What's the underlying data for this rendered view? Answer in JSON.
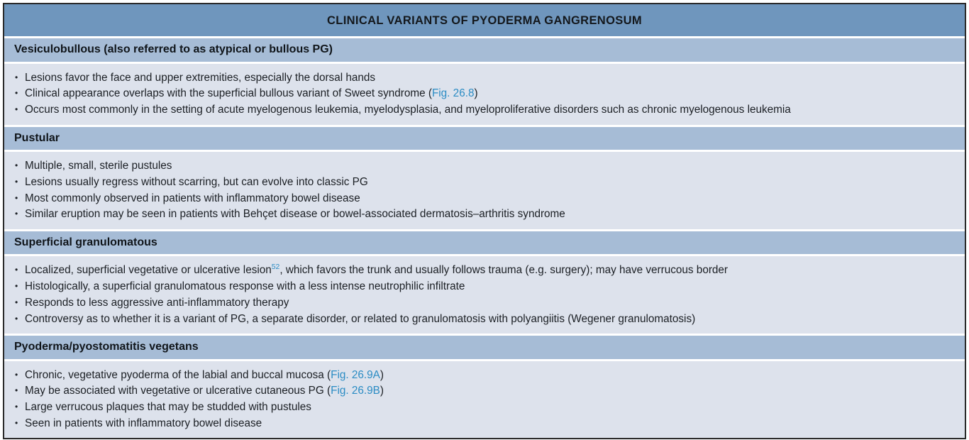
{
  "table": {
    "title": "CLINICAL VARIANTS OF PYODERMA GANGRENOSUM",
    "colors": {
      "title_bar": "#6f96bd",
      "section_header": "#a6bcd6",
      "body_background": "#dde2ec",
      "border": "#2a2a2a",
      "link_blue": "#2b8cc4",
      "text": "#1b1f24"
    },
    "sections": [
      {
        "heading": "Vesiculobullous (also referred to as atypical or bullous PG)",
        "bullets": [
          {
            "parts": [
              {
                "type": "text",
                "value": "Lesions favor the face and upper extremities, especially the dorsal hands"
              }
            ]
          },
          {
            "parts": [
              {
                "type": "text",
                "value": "Clinical appearance overlaps with the superficial bullous variant of Sweet syndrome ("
              },
              {
                "type": "figref",
                "value": "Fig. 26.8"
              },
              {
                "type": "text",
                "value": ")"
              }
            ]
          },
          {
            "parts": [
              {
                "type": "text",
                "value": "Occurs most commonly in the setting of acute myelogenous leukemia, myelodysplasia, and myeloproliferative disorders such as chronic myelogenous leukemia"
              }
            ]
          }
        ]
      },
      {
        "heading": "Pustular",
        "bullets": [
          {
            "parts": [
              {
                "type": "text",
                "value": "Multiple, small, sterile pustules"
              }
            ]
          },
          {
            "parts": [
              {
                "type": "text",
                "value": "Lesions usually regress without scarring, but can evolve into classic PG"
              }
            ]
          },
          {
            "parts": [
              {
                "type": "text",
                "value": "Most commonly observed in patients with inflammatory bowel disease"
              }
            ]
          },
          {
            "parts": [
              {
                "type": "text",
                "value": "Similar eruption may be seen in patients with Behçet disease or bowel-associated dermatosis–arthritis syndrome"
              }
            ]
          }
        ]
      },
      {
        "heading": "Superficial granulomatous",
        "bullets": [
          {
            "parts": [
              {
                "type": "text",
                "value": "Localized, superficial vegetative or ulcerative lesion"
              },
              {
                "type": "cite",
                "value": "52"
              },
              {
                "type": "text",
                "value": ", which favors the trunk and usually follows trauma (e.g. surgery); may have verrucous border"
              }
            ]
          },
          {
            "parts": [
              {
                "type": "text",
                "value": "Histologically, a superficial granulomatous response with a less intense neutrophilic infiltrate"
              }
            ]
          },
          {
            "parts": [
              {
                "type": "text",
                "value": "Responds to less aggressive anti-inflammatory therapy"
              }
            ]
          },
          {
            "parts": [
              {
                "type": "text",
                "value": "Controversy as to whether it is a variant of PG, a separate disorder, or related to granulomatosis with polyangiitis (Wegener granulomatosis)"
              }
            ]
          }
        ]
      },
      {
        "heading": "Pyoderma/pyostomatitis vegetans",
        "bullets": [
          {
            "parts": [
              {
                "type": "text",
                "value": "Chronic, vegetative pyoderma of the labial and buccal mucosa ("
              },
              {
                "type": "figref",
                "value": "Fig. 26.9A"
              },
              {
                "type": "text",
                "value": ")"
              }
            ]
          },
          {
            "parts": [
              {
                "type": "text",
                "value": "May be associated with vegetative or ulcerative cutaneous PG ("
              },
              {
                "type": "figref",
                "value": "Fig. 26.9B"
              },
              {
                "type": "text",
                "value": ")"
              }
            ]
          },
          {
            "parts": [
              {
                "type": "text",
                "value": "Large verrucous plaques that may be studded with pustules"
              }
            ]
          },
          {
            "parts": [
              {
                "type": "text",
                "value": "Seen in patients with inflammatory bowel disease"
              }
            ]
          }
        ]
      }
    ]
  }
}
